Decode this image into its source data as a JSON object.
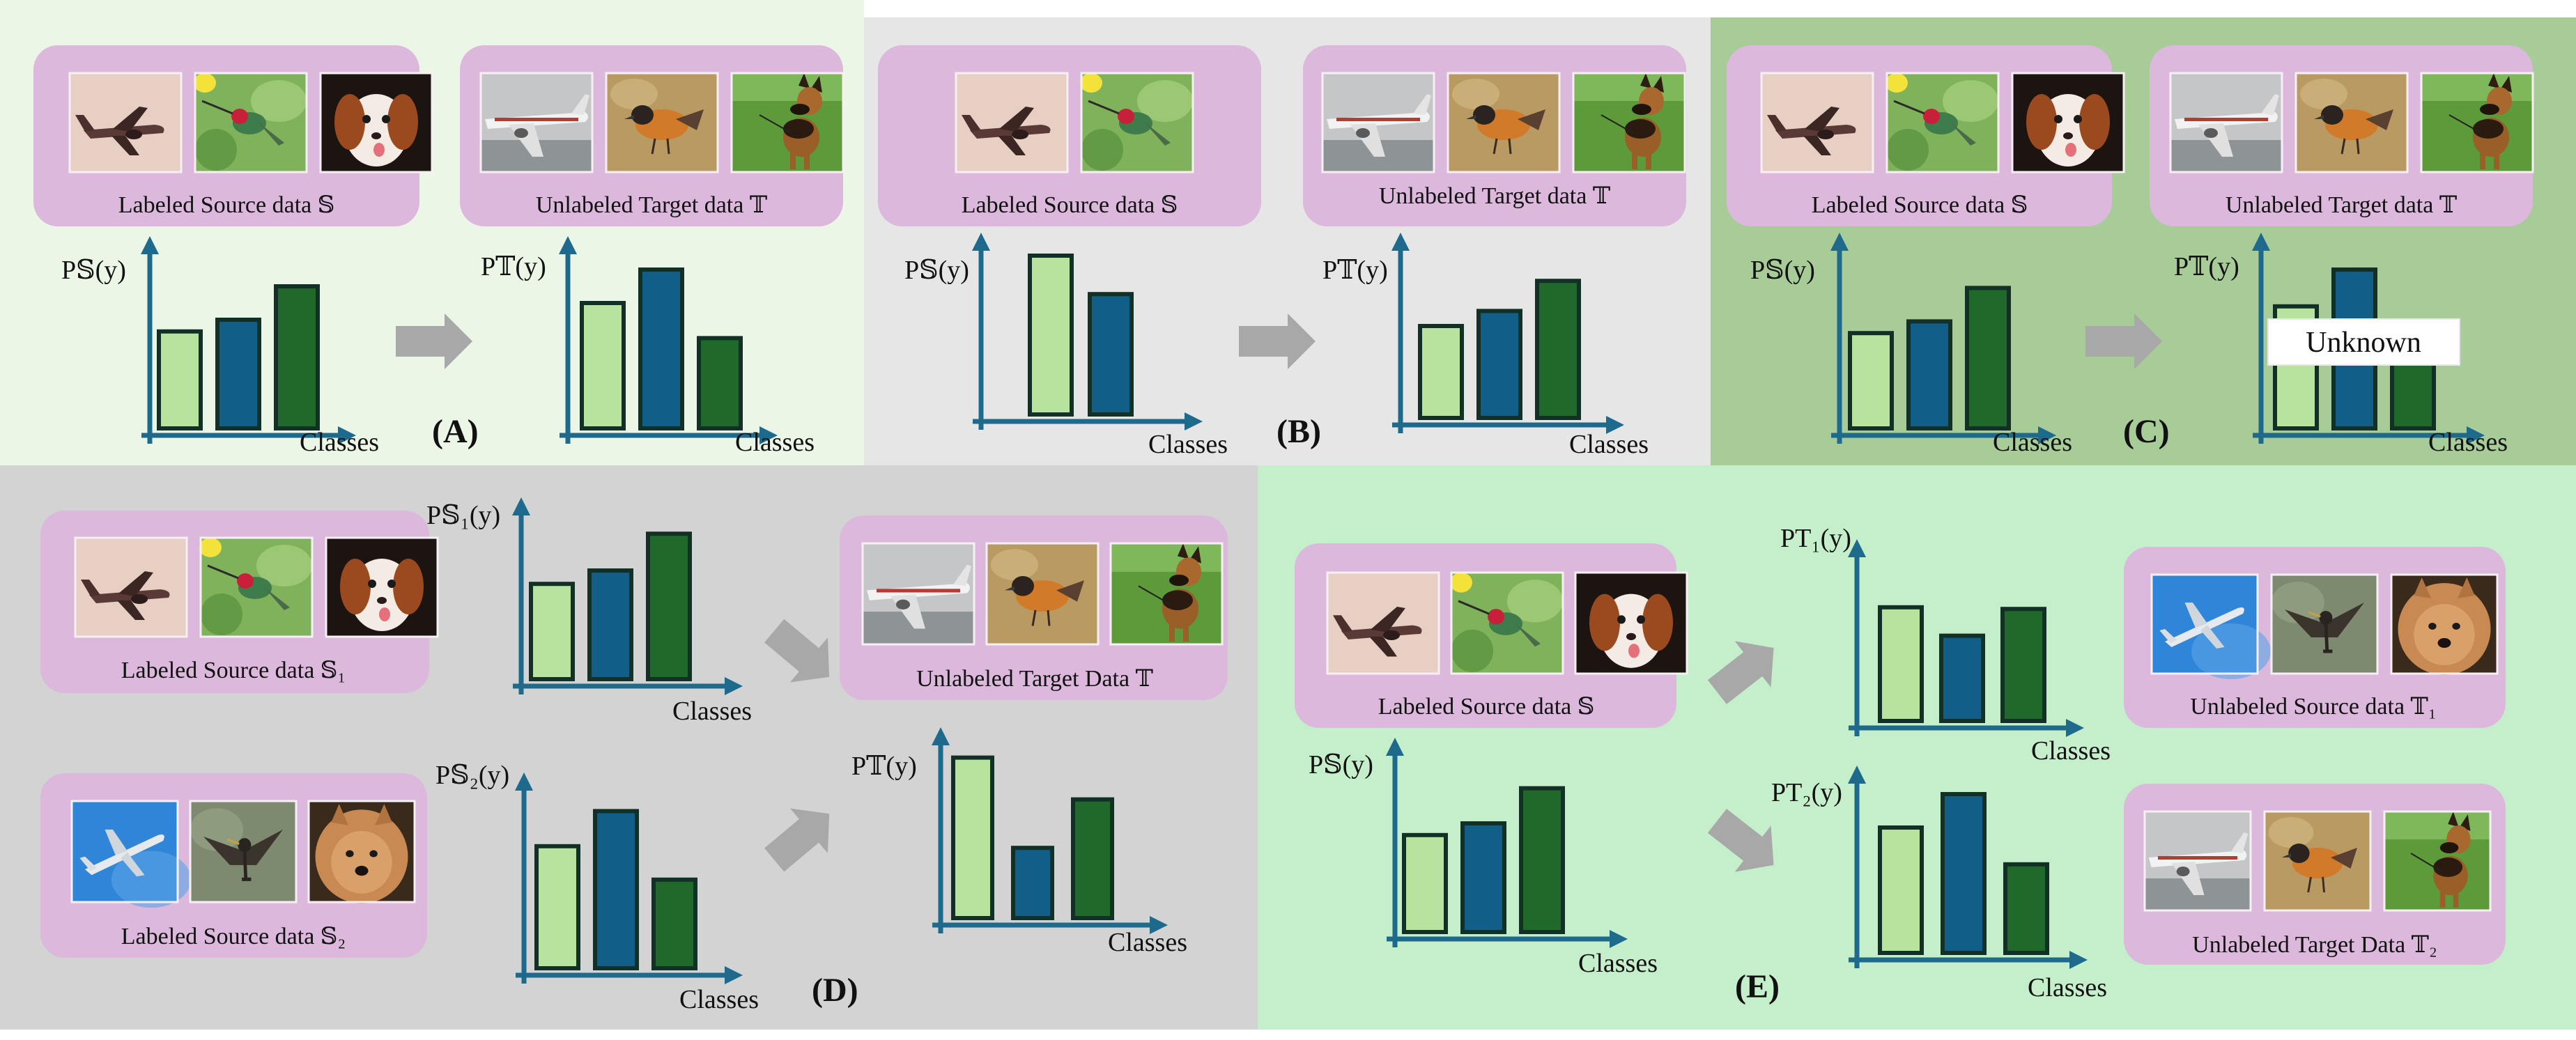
{
  "colors": {
    "panel_a": "#ecf6e7",
    "panel_b": "#e6e6e6",
    "panel_c": "#a7cc97",
    "panel_d": "#d3d3d3",
    "panel_e": "#c5efcb",
    "box_fill": "#dcb8dc",
    "axis": "#1d6a8c",
    "arrow": "#a8a8a8",
    "bar_light": "#b7e39e",
    "bar_blue": "#115e88",
    "bar_green": "#1f6a2a",
    "bar_stroke": "#123026"
  },
  "image_sets": {
    "source1": [
      "airplane-photo",
      "hummingbird-photo",
      "puppy-photo"
    ],
    "source1_short": [
      "airplane-photo",
      "hummingbird-photo"
    ],
    "target1": [
      "airliner-photo",
      "sparrow-photo",
      "german-shepherd-photo"
    ],
    "source2": [
      "jet-sky-photo",
      "heron-photo",
      "chow-dog-photo"
    ]
  },
  "panels": {
    "a": {
      "label": "(A)",
      "source_box": "Labeled Source data 𝕊",
      "target_box": "Unlabeled Target data 𝕋",
      "source_ylabel": "P𝕊(y)",
      "target_ylabel": "P𝕋(y)",
      "source_xlabel": "Classes",
      "target_xlabel": "Classes",
      "source_bars": [
        0.58,
        0.65,
        0.85
      ],
      "target_bars": [
        0.75,
        0.95,
        0.54
      ]
    },
    "b": {
      "label": "(B)",
      "source_box": "Labeled Source data 𝕊",
      "target_box": "Unlabeled Target data 𝕋",
      "source_ylabel": "P𝕊(y)",
      "target_ylabel": "P𝕋(y)",
      "source_xlabel": "Classes",
      "target_xlabel": "Classes",
      "source_bars": [
        0.95,
        0.72
      ],
      "target_bars": [
        0.55,
        0.64,
        0.82
      ]
    },
    "c": {
      "label": "(C)",
      "source_box": "Labeled Source data 𝕊",
      "target_box": "Unlabeled Target data 𝕋",
      "source_ylabel": "P𝕊(y)",
      "target_ylabel": "P𝕋(y)",
      "source_xlabel": "Classes",
      "target_xlabel": "Classes",
      "unknown_label": "Unknown",
      "source_bars": [
        0.57,
        0.64,
        0.84
      ],
      "target_bars": [
        0.73,
        0.95,
        0.5
      ]
    },
    "d": {
      "label": "(D)",
      "source1_box": "Labeled Source data 𝕊₁",
      "source2_box": "Labeled Source data 𝕊₂",
      "target_box": "Unlabeled Target Data 𝕋",
      "source1_ylabel": "P𝕊₁(y)",
      "source2_ylabel": "P𝕊₂(y)",
      "target_ylabel": "P𝕋(y)",
      "source1_xlabel": "Classes",
      "source2_xlabel": "Classes",
      "target_xlabel": "Classes",
      "source1_bars": [
        0.57,
        0.65,
        0.87
      ],
      "source2_bars": [
        0.73,
        0.94,
        0.53
      ],
      "target_bars": [
        0.96,
        0.42,
        0.71
      ]
    },
    "e": {
      "label": "(E)",
      "source_box": "Labeled Source data 𝕊",
      "target1_box": "Unlabeled Source data 𝕋₁",
      "target2_box": "Unlabeled Target Data 𝕋₂",
      "source_ylabel": "P𝕊(y)",
      "target1_ylabel": "PT₁(y)",
      "target2_ylabel": "PT₂(y)",
      "source_xlabel": "Classes",
      "target1_xlabel": "Classes",
      "target2_xlabel": "Classes",
      "source_bars": [
        0.58,
        0.65,
        0.86
      ],
      "target1_bars": [
        0.68,
        0.51,
        0.67
      ],
      "target2_bars": [
        0.75,
        0.95,
        0.53
      ]
    }
  }
}
